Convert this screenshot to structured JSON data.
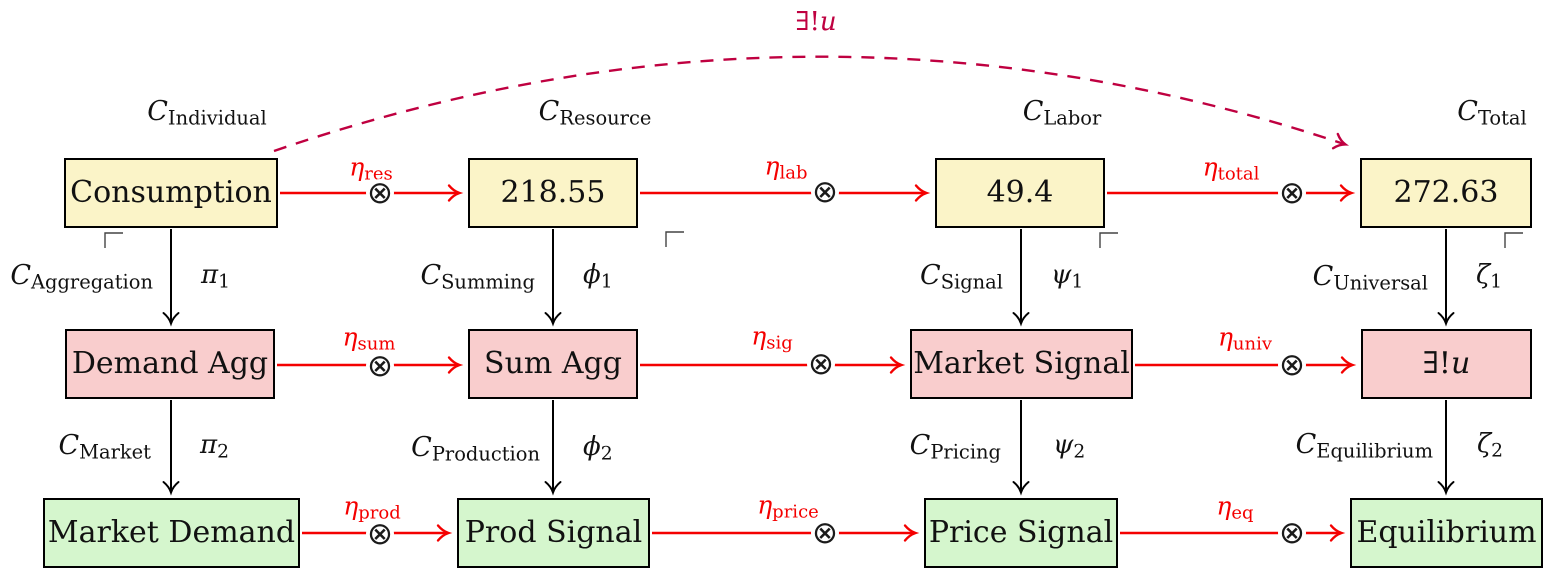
{
  "palette": {
    "arrow_red": "#F40000",
    "dashed_purple": "#BF0040",
    "fill_yellow": "#FBF4C8",
    "fill_pink": "#F9CDCD",
    "fill_green": "#D5F6CD"
  },
  "cal_c": "C",
  "eta_base": "η",
  "otimes": "⊗",
  "unique_arrow": {
    "prefix": "∃!",
    "var": "u"
  },
  "top_categories": [
    {
      "sub": "Individual"
    },
    {
      "sub": "Resource"
    },
    {
      "sub": "Labor"
    },
    {
      "sub": "Total"
    }
  ],
  "row1": {
    "nodes": [
      "Consumption",
      "218.55",
      "49.4",
      "272.63"
    ],
    "etas": [
      {
        "sub": "res"
      },
      {
        "sub": "lab"
      },
      {
        "sub": "total"
      }
    ]
  },
  "mid1": {
    "categories": [
      {
        "sub": "Aggregation"
      },
      {
        "sub": "Summing"
      },
      {
        "sub": "Signal"
      },
      {
        "sub": "Universal"
      }
    ],
    "morphisms": [
      {
        "base": "π",
        "sub": "1"
      },
      {
        "base": "ϕ",
        "sub": "1"
      },
      {
        "base": "ψ",
        "sub": "1"
      },
      {
        "base": "ζ",
        "sub": "1"
      }
    ]
  },
  "row2": {
    "nodes": [
      "Demand Agg",
      "Sum Agg",
      "Market Signal"
    ],
    "node4": {
      "prefix": "∃!",
      "var": "u"
    },
    "etas": [
      {
        "sub": "sum"
      },
      {
        "sub": "sig"
      },
      {
        "sub": "univ"
      }
    ]
  },
  "mid2": {
    "categories": [
      {
        "sub": "Market"
      },
      {
        "sub": "Production"
      },
      {
        "sub": "Pricing"
      },
      {
        "sub": "Equilibrium"
      }
    ],
    "morphisms": [
      {
        "base": "π",
        "sub": "2"
      },
      {
        "base": "ϕ",
        "sub": "2"
      },
      {
        "base": "ψ",
        "sub": "2"
      },
      {
        "base": "ζ",
        "sub": "2"
      }
    ]
  },
  "row3": {
    "nodes": [
      "Market Demand",
      "Prod Signal",
      "Price Signal",
      "Equilibrium"
    ],
    "etas": [
      {
        "sub": "prod"
      },
      {
        "sub": "price"
      },
      {
        "sub": "eq"
      }
    ]
  }
}
